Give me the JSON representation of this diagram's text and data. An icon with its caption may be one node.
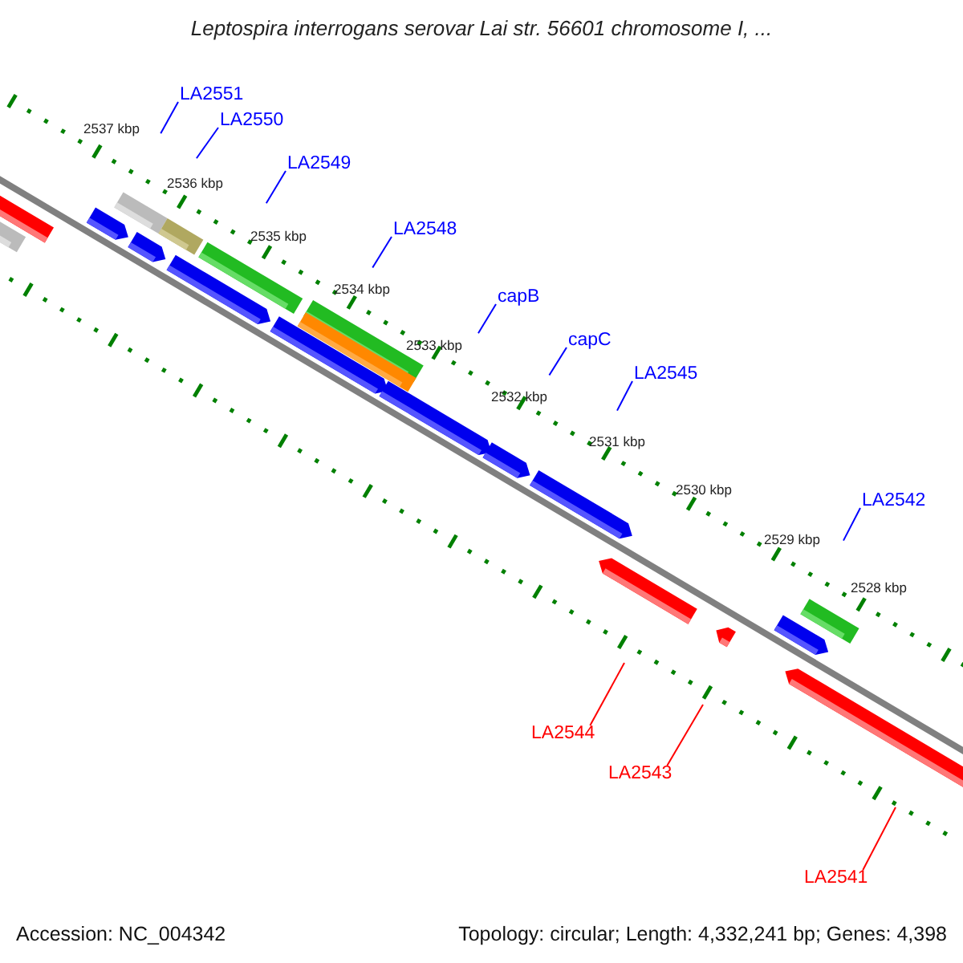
{
  "diagram": {
    "title": "Leptospira interrogans serovar Lai str. 56601 chromosome I, ...",
    "nodes": [
      {
        "text": [
          "LA2551"
        ]
      },
      {
        "text": [
          "LA2550"
        ]
      },
      {
        "text": [
          "LA2549"
        ]
      },
      {
        "text": [
          "LA2548"
        ]
      },
      {
        "text": [
          "capB"
        ]
      },
      {
        "text": [
          "capC"
        ]
      },
      {
        "text": [
          "LA2545"
        ]
      },
      {
        "text": [
          "LA2542"
        ]
      },
      {
        "text": [
          "LA2544"
        ]
      },
      {
        "text": [
          "LA2543"
        ]
      },
      {
        "text": [
          "LA2541"
        ]
      }
    ],
    "edges": [
      {
        "from": 0,
        "to": null,
        "arrow": "none"
      },
      {
        "from": 1,
        "to": null,
        "arrow": "none"
      },
      {
        "from": 2,
        "to": null,
        "arrow": "none"
      },
      {
        "from": 3,
        "to": null,
        "arrow": "none"
      },
      {
        "from": 4,
        "to": null,
        "arrow": "none"
      },
      {
        "from": 5,
        "to": null,
        "arrow": "none"
      },
      {
        "from": 6,
        "to": null,
        "arrow": "none"
      },
      {
        "from": 7,
        "to": null,
        "arrow": "none"
      },
      {
        "from": 8,
        "to": null,
        "arrow": "none",
        "color": "#ff0000"
      },
      {
        "from": 9,
        "to": null,
        "arrow": "none",
        "color": "#ff0000"
      },
      {
        "from": 10,
        "to": null,
        "arrow": "none",
        "color": "#ff0000"
      }
    ],
    "labels": [
      "2537 kbp",
      "2536 kbp",
      "2535 kbp",
      "2534 kbp",
      "2533 kbp",
      "2532 kbp",
      "2531 kbp",
      "2530 kbp",
      "2529 kbp",
      "2528 kbp",
      "Accession: NC_004342",
      "Topology: circular; Length: 4,332,241 bp; Genes: 4,398"
    ]
  }
}
